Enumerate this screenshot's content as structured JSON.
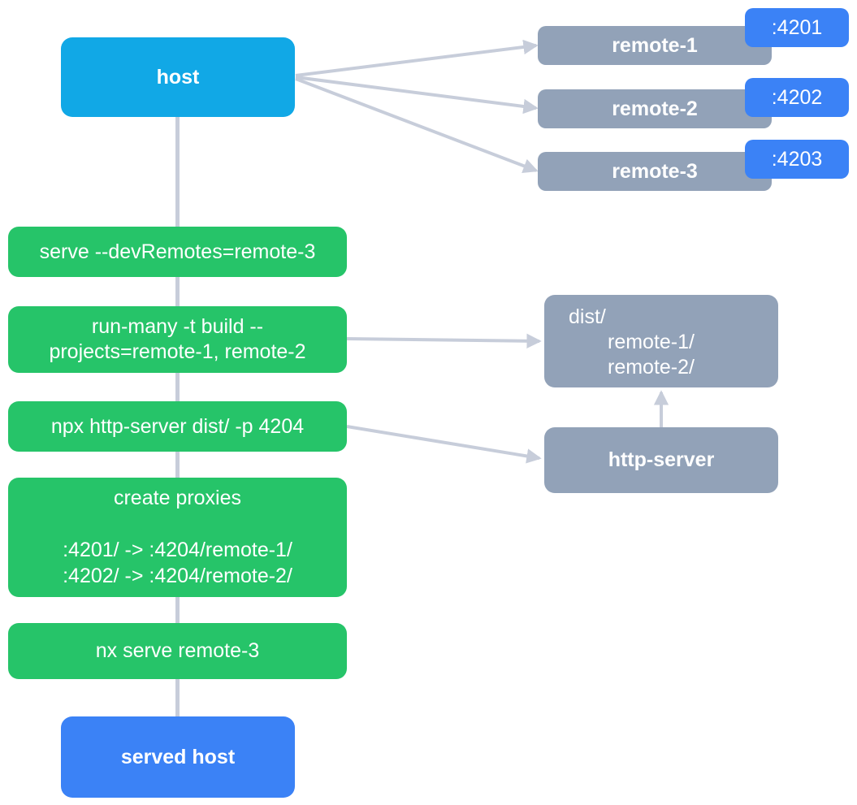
{
  "colors": {
    "bg": "#ffffff",
    "host": "#11a8e6",
    "step": "#26c469",
    "slate": "#92a2b8",
    "blue": "#3b82f6",
    "edge": "#c7cdda",
    "text": "#ffffff"
  },
  "host": {
    "label": "host"
  },
  "remotes": [
    {
      "label": "remote-1",
      "port": ":4201"
    },
    {
      "label": "remote-2",
      "port": ":4202"
    },
    {
      "label": "remote-3",
      "port": ":4203"
    }
  ],
  "steps": {
    "serve": {
      "line1": "serve --devRemotes=remote-3"
    },
    "run_many": {
      "line1": "run-many -t build --",
      "line2": "projects=remote-1, remote-2"
    },
    "http_server_cmd": {
      "line1": "npx http-server dist/ -p 4204"
    },
    "create_proxies": {
      "title": "create proxies",
      "rule1": ":4201/ -> :4204/remote-1/",
      "rule2": ":4202/ -> :4204/remote-2/"
    },
    "nx_serve": {
      "line1": "nx serve remote-3"
    }
  },
  "dist": {
    "root": "dist/",
    "child1": "remote-1/",
    "child2": "remote-2/"
  },
  "http_server": {
    "label": "http-server"
  },
  "served_host": {
    "label": "served host"
  },
  "edges": [
    {
      "from": "host",
      "to": "remote-1"
    },
    {
      "from": "host",
      "to": "remote-2"
    },
    {
      "from": "host",
      "to": "remote-3"
    },
    {
      "from": "host",
      "to": "served-host"
    },
    {
      "from": "run-many",
      "to": "dist"
    },
    {
      "from": "npx-http-server",
      "to": "http-server"
    },
    {
      "from": "http-server",
      "to": "dist"
    }
  ]
}
